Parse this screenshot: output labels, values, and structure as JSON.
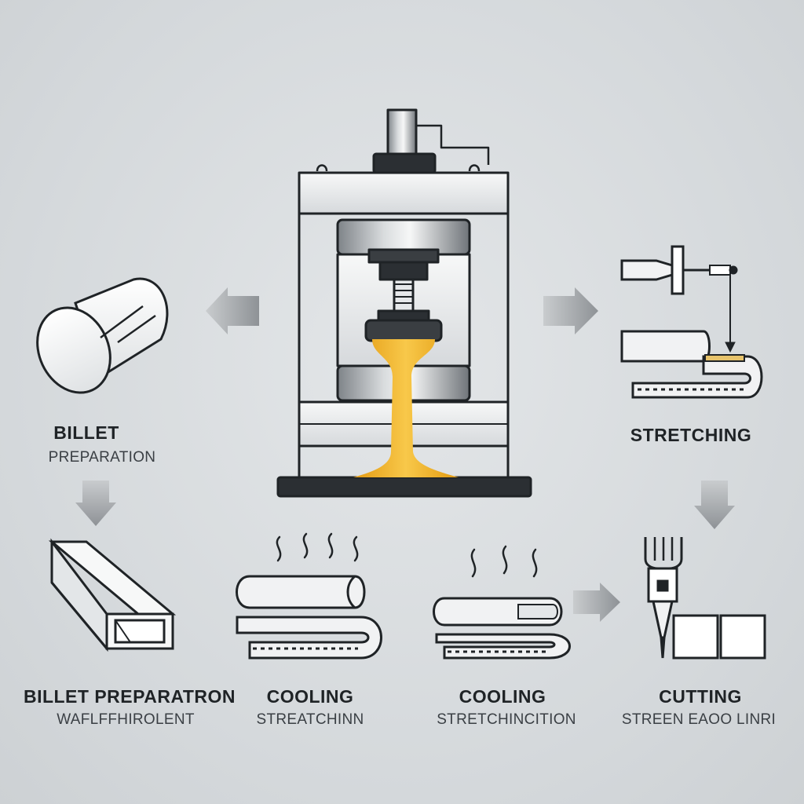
{
  "labels": {
    "billet_top": {
      "title": "BILLET",
      "subtitle": "PREPARATION"
    },
    "stretching_top": {
      "title": "STRETCHING"
    },
    "billet_bottom": {
      "title": "BILLET PREPARATRON",
      "subtitle": "WAFLFFHIROLENT"
    },
    "cooling_1": {
      "title": "COOLING",
      "subtitle": "STREATCHINN"
    },
    "cooling_2": {
      "title": "COOLING",
      "subtitle": "STRETCHINCITION"
    },
    "cutting": {
      "title": "CUTTING",
      "subtitle": "STREEN EAOO LINRI"
    }
  },
  "colors": {
    "outline": "#1f2326",
    "metal_light": "#f1f2f3",
    "metal_mid": "#b9bdc1",
    "metal_dark": "#5b6064",
    "molten": "#f4b62a",
    "arrow": "#9a9ea2"
  },
  "icons": [
    "press-machine-icon",
    "billet-cylinder-icon",
    "square-tube-icon",
    "cooling-profile-icon",
    "stretcher-icon",
    "cutter-icon",
    "arrow-icon",
    "steam-icon"
  ]
}
